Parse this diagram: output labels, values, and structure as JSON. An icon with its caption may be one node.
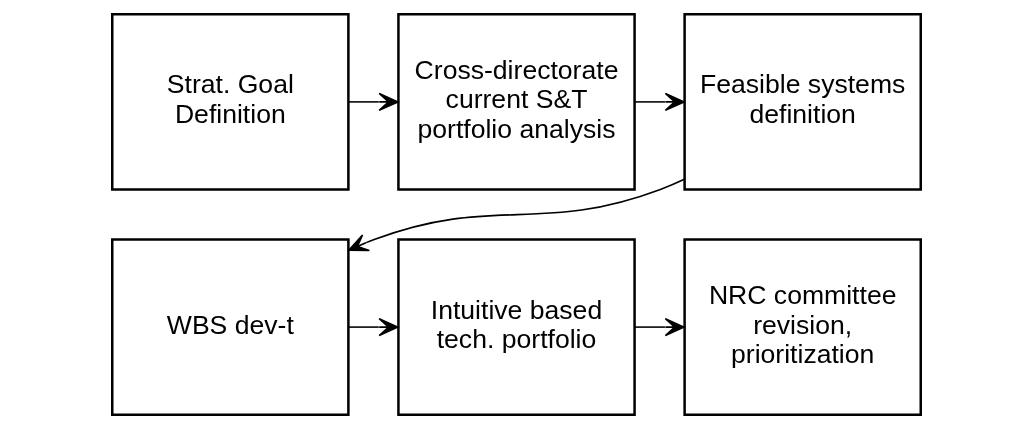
{
  "diagram": {
    "nodes": [
      {
        "text": [
          "Strat. Goal Definition"
        ]
      },
      {
        "text": [
          "Cross-directorate current S&T portfolio analysis"
        ]
      },
      {
        "text": [
          "Feasible systems definition"
        ]
      },
      {
        "text": [
          "WBS dev-t"
        ]
      },
      {
        "text": [
          "Intuitive based tech. portfolio"
        ]
      },
      {
        "text": [
          "NRC committee revision, prioritization"
        ]
      }
    ],
    "edges": [
      {
        "from": 0,
        "to": 1,
        "arrow": "to"
      },
      {
        "from": 1,
        "to": 2,
        "arrow": "to"
      },
      {
        "from": 2,
        "to": 3,
        "arrow": "to"
      },
      {
        "from": 3,
        "to": 4,
        "arrow": "to"
      },
      {
        "from": 4,
        "to": 5,
        "arrow": "to"
      }
    ]
  }
}
